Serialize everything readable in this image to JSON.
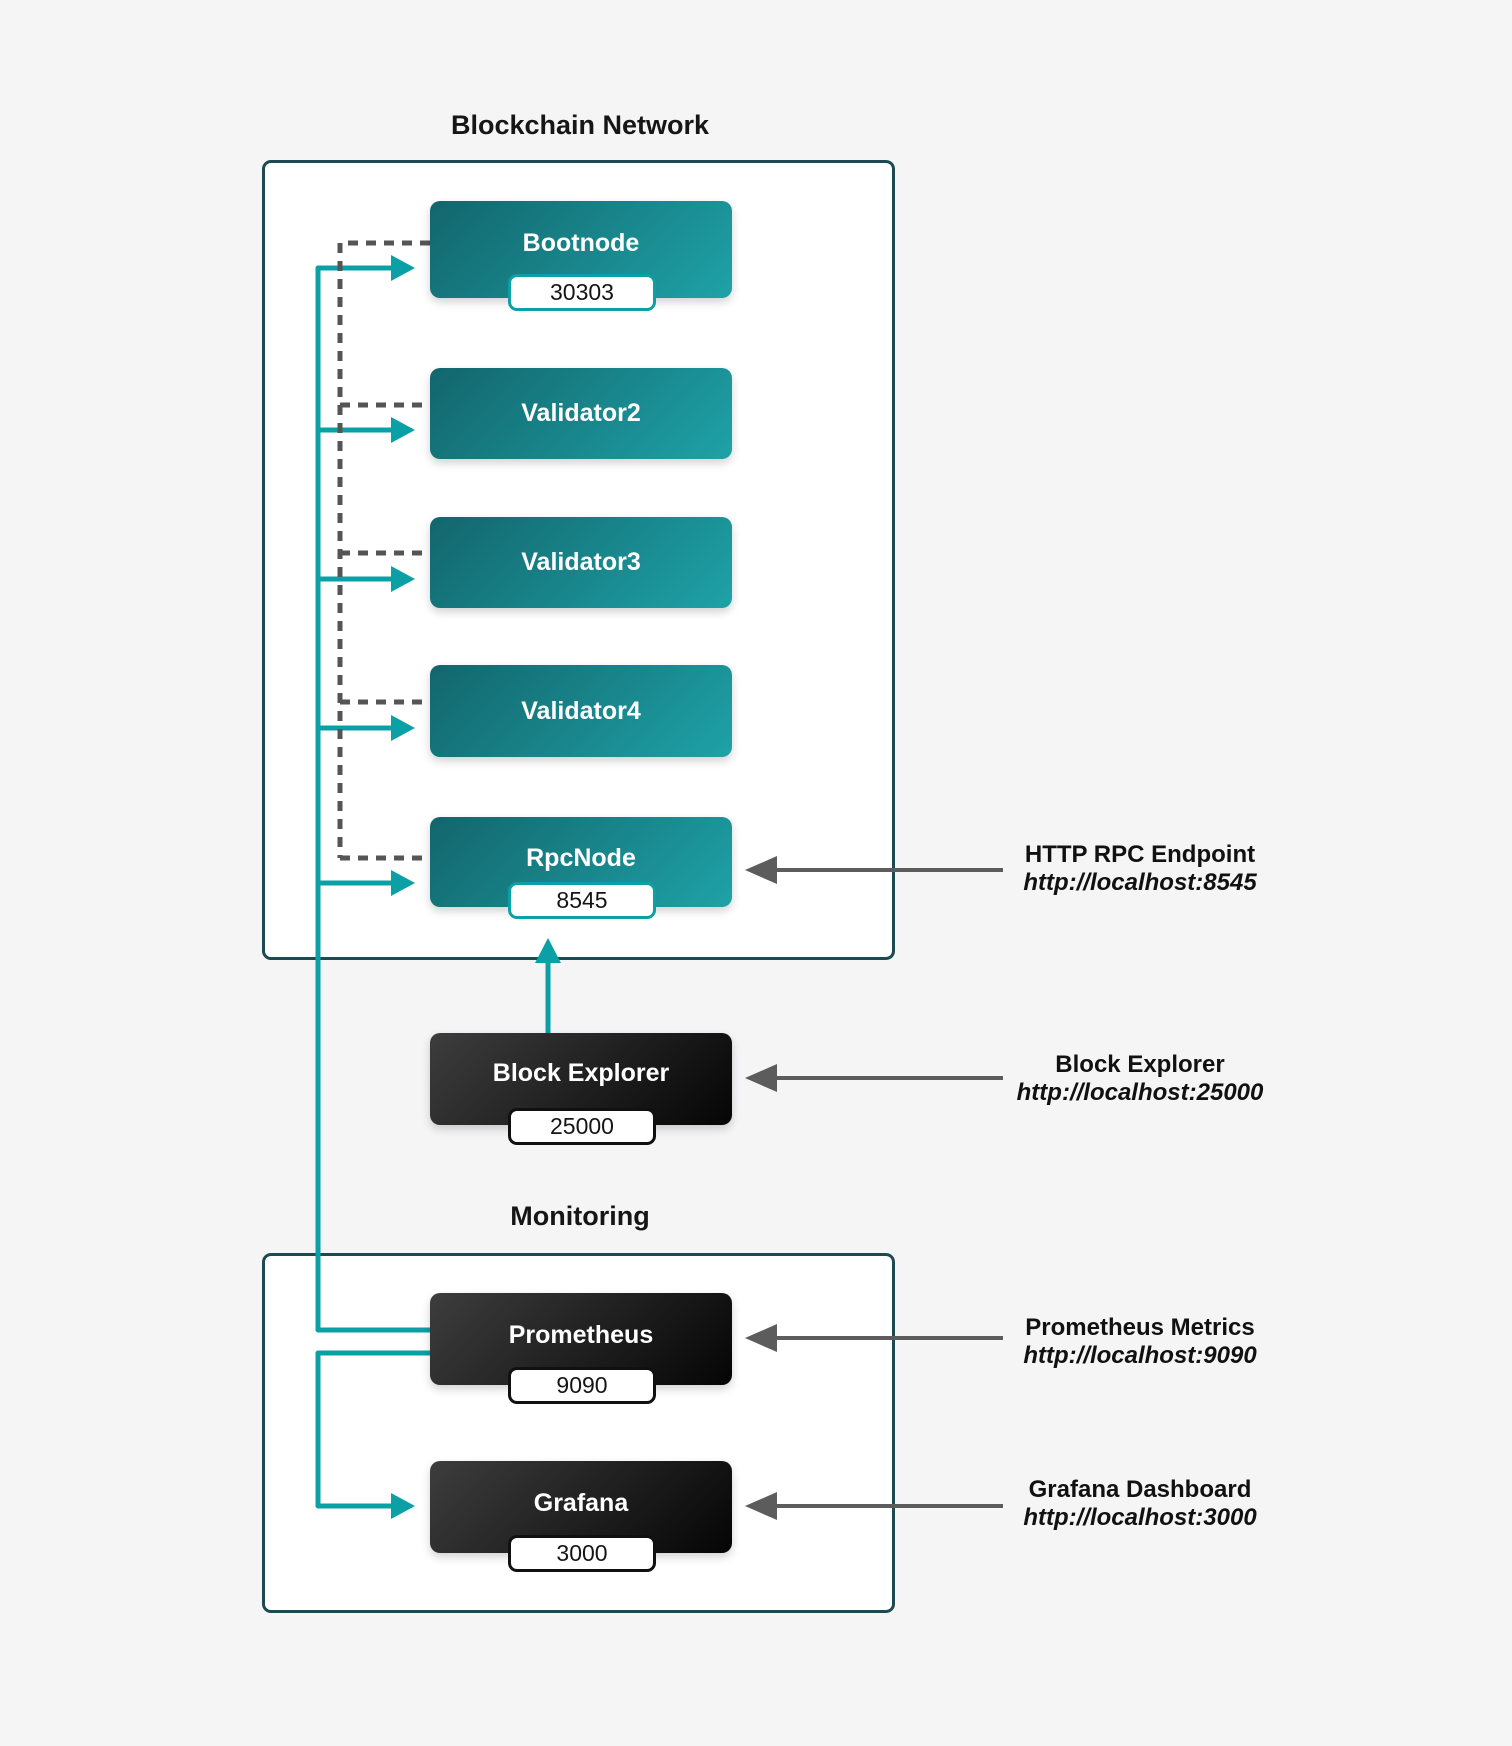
{
  "diagram": {
    "blockchain": {
      "title": "Blockchain Network",
      "nodes": [
        {
          "id": "bootnode",
          "label": "Bootnode",
          "port": "30303"
        },
        {
          "id": "validator2",
          "label": "Validator2"
        },
        {
          "id": "validator3",
          "label": "Validator3"
        },
        {
          "id": "validator4",
          "label": "Validator4"
        },
        {
          "id": "rpcnode",
          "label": "RpcNode",
          "port": "8545"
        }
      ]
    },
    "block_explorer": {
      "label": "Block Explorer",
      "port": "25000"
    },
    "monitoring": {
      "title": "Monitoring",
      "nodes": [
        {
          "id": "prometheus",
          "label": "Prometheus",
          "port": "9090"
        },
        {
          "id": "grafana",
          "label": "Grafana",
          "port": "3000"
        }
      ]
    },
    "annotations": [
      {
        "id": "rpc",
        "title": "HTTP RPC Endpoint",
        "url": "http://localhost:8545"
      },
      {
        "id": "explorer",
        "title": "Block Explorer",
        "url": "http://localhost:25000"
      },
      {
        "id": "prometheus",
        "title": "Prometheus Metrics",
        "url": "http://localhost:9090"
      },
      {
        "id": "grafana",
        "title": "Grafana Dashboard",
        "url": "http://localhost:3000"
      }
    ],
    "colors": {
      "background": "#f5f5f6",
      "container_border": "#1d4a52",
      "teal_node_start": "#12666c",
      "teal_node_end": "#1ea2a7",
      "dark_node_start": "#3d3d3d",
      "dark_node_end": "#050505",
      "teal_line": "#0ba0a5",
      "gray_line": "#5c5c5c",
      "dashed_line": "#555555"
    }
  }
}
